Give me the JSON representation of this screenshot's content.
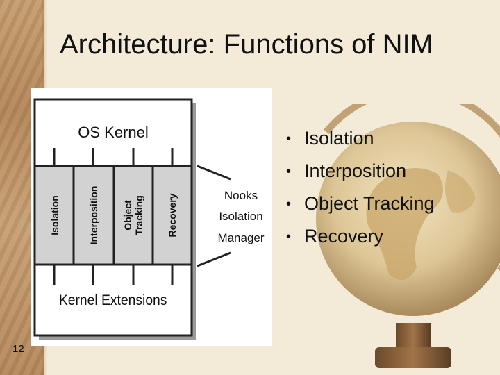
{
  "slide": {
    "title": "Architecture: Functions of NIM",
    "number": "12",
    "bullets": [
      "Isolation",
      "Interposition",
      "Object Tracking",
      "Recovery"
    ]
  },
  "diagram": {
    "top_label": "OS Kernel",
    "bottom_label": "Kernel Extensions",
    "columns": [
      {
        "line1": "Isolation",
        "line2": ""
      },
      {
        "line1": "Interposition",
        "line2": ""
      },
      {
        "line1": "Object",
        "line2": "Tracking"
      },
      {
        "line1": "Recovery",
        "line2": ""
      }
    ],
    "manager_lines": [
      "Nooks",
      "Isolation",
      "Manager"
    ]
  },
  "colors": {
    "column_fill": "#d2d2d2",
    "box_stroke": "#222222",
    "shadow": "#9a9a9a"
  }
}
